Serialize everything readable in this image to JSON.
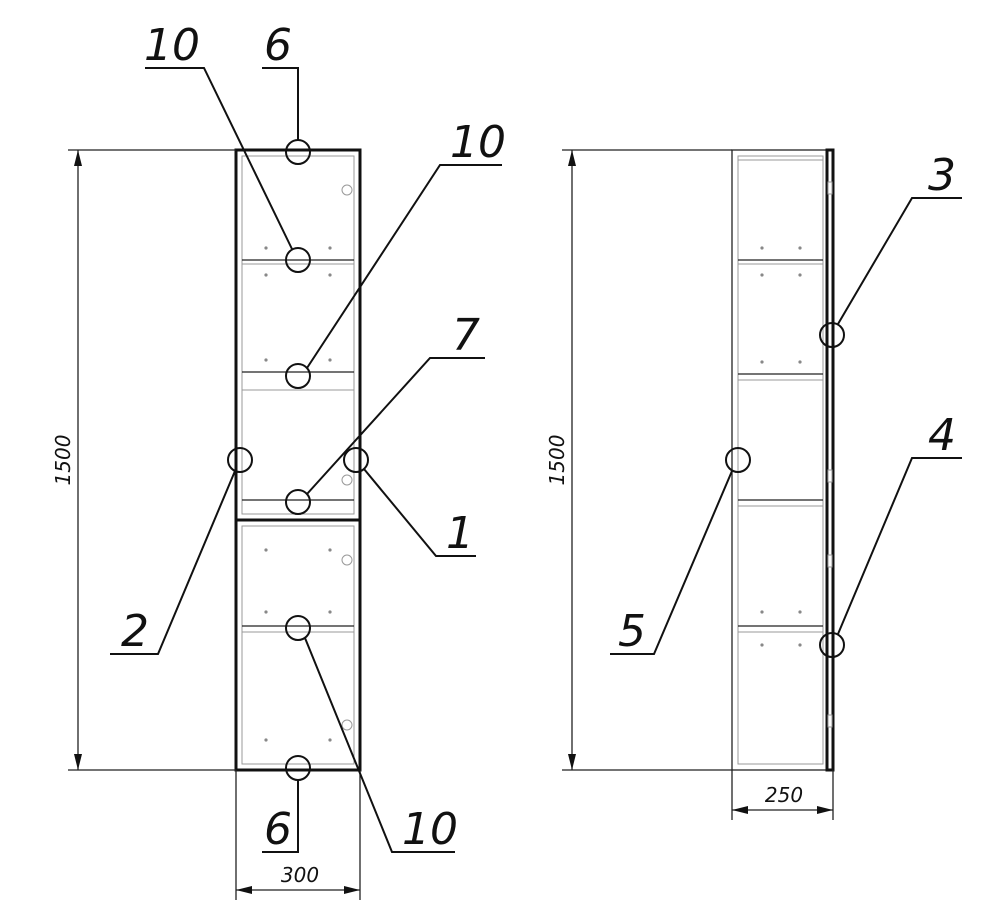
{
  "left_view": {
    "height_dim": "1500",
    "width_dim": "300"
  },
  "right_view": {
    "height_dim": "1500",
    "width_dim": "250"
  },
  "callouts": {
    "c10_top_left": "10",
    "c6_top": "6",
    "c10_top_right": "10",
    "c7": "7",
    "c1": "1",
    "c2": "2",
    "c6_bottom": "6",
    "c10_bottom": "10",
    "c3": "3",
    "c4": "4",
    "c5": "5"
  }
}
